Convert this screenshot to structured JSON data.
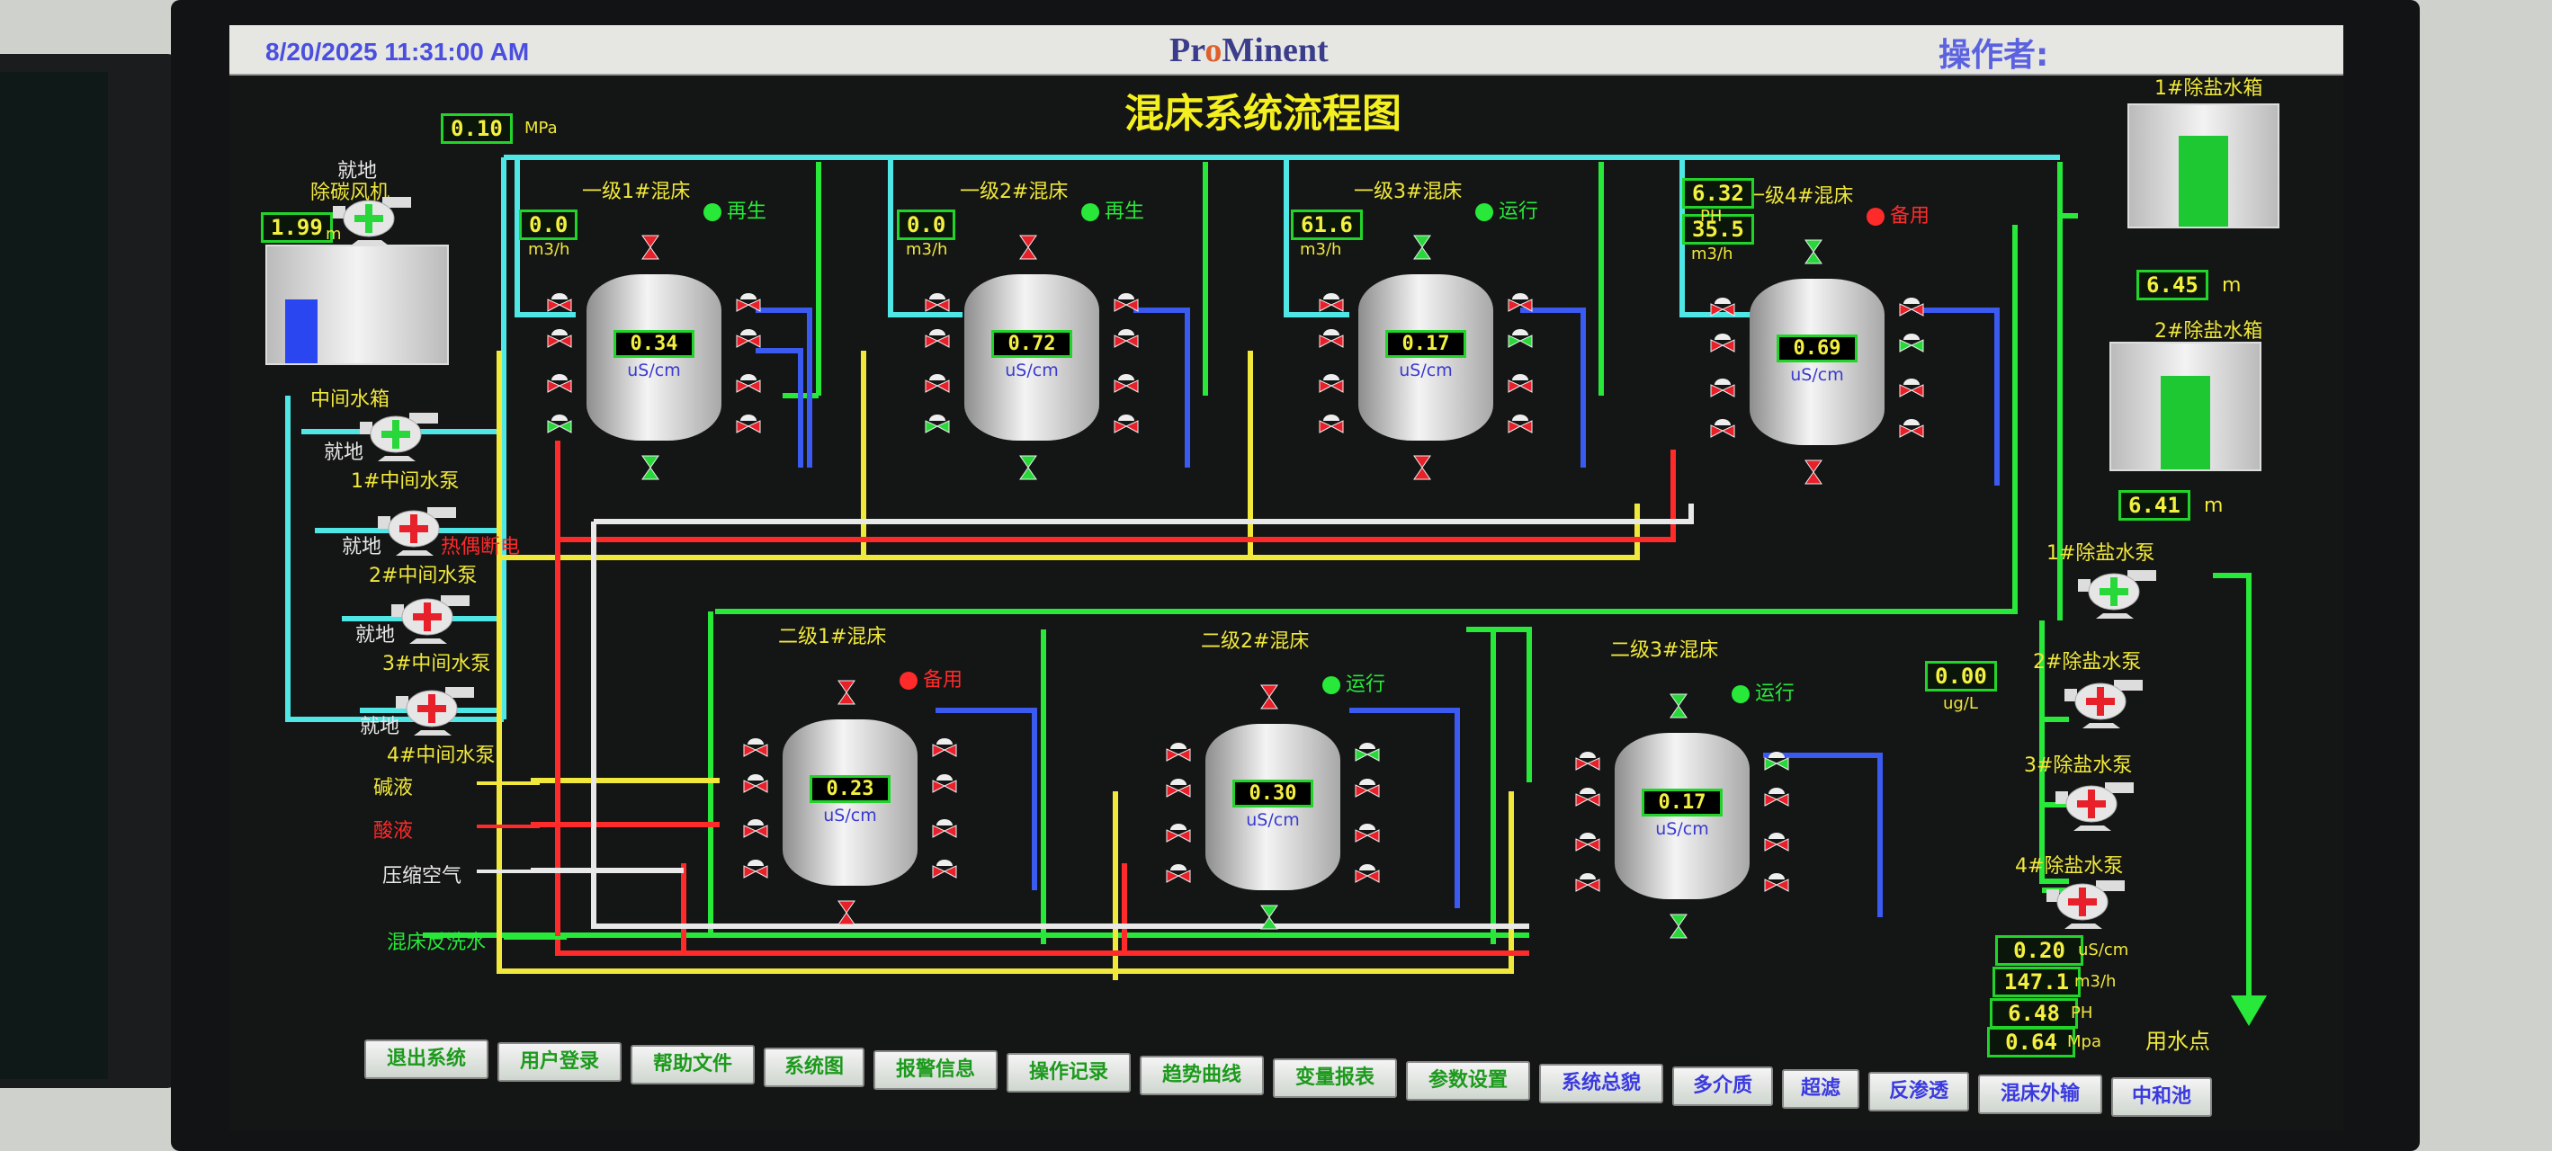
{
  "header": {
    "datetime": "8/20/2025 11:31:00 AM",
    "brand_pre": "Pr",
    "brand_o": "o",
    "brand_post": "Minent",
    "operator_label": "操作者:"
  },
  "title": "混床系统流程图",
  "pressure": {
    "value": "0.10",
    "unit": "MPa"
  },
  "left": {
    "fan": {
      "mode": "就地",
      "name": "除碳风机",
      "level": "1.99",
      "level_unit": "m",
      "level_fraction": 0.55,
      "state": "running"
    },
    "tank_label": "中间水箱",
    "pumps": [
      {
        "mode": "就地",
        "name": "1#中间水泵",
        "state": "running",
        "alarm": ""
      },
      {
        "mode": "就地",
        "name": "2#中间水泵",
        "state": "stopped",
        "alarm": "热偶断电"
      },
      {
        "mode": "就地",
        "name": "3#中间水泵",
        "state": "stopped",
        "alarm": ""
      },
      {
        "mode": "就地",
        "name": "4#中间水泵",
        "state": "stopped",
        "alarm": ""
      }
    ],
    "legend": [
      {
        "label": "碱液",
        "color": "#f0e83a"
      },
      {
        "label": "酸液",
        "color": "#ff2a2a"
      },
      {
        "label": "压缩空气",
        "color": "#e8e8e8"
      },
      {
        "label": "混床反洗水",
        "color": "#28e83a"
      }
    ]
  },
  "vessels": [
    {
      "name": "一级1#混床",
      "status": "再生",
      "status_color": "#28e83a",
      "flow": "0.0",
      "flow_unit": "m3/h",
      "cond": "0.34",
      "cond_unit": "uS/cm",
      "valves": [
        "closed",
        "open",
        "closed",
        "closed",
        "closed",
        "open",
        "closed",
        "closed",
        "closed",
        "closed"
      ]
    },
    {
      "name": "一级2#混床",
      "status": "再生",
      "status_color": "#28e83a",
      "flow": "0.0",
      "flow_unit": "m3/h",
      "cond": "0.72",
      "cond_unit": "uS/cm",
      "valves": [
        "closed",
        "open",
        "closed",
        "closed",
        "closed",
        "open",
        "closed",
        "closed",
        "closed",
        "closed"
      ]
    },
    {
      "name": "一级3#混床",
      "status": "运行",
      "status_color": "#28e83a",
      "flow": "61.6",
      "flow_unit": "m3/h",
      "cond": "0.17",
      "cond_unit": "uS/cm",
      "valves": [
        "open",
        "closed",
        "closed",
        "closed",
        "closed",
        "closed",
        "closed",
        "open",
        "closed",
        "closed"
      ]
    },
    {
      "name": "一级4#混床",
      "status": "备用",
      "status_color": "#ff2a2a",
      "flow": "35.5",
      "flow_unit": "m3/h",
      "ph": "6.32",
      "ph_unit": "PH",
      "cond": "0.69",
      "cond_unit": "uS/cm",
      "valves": [
        "open",
        "closed",
        "closed",
        "closed",
        "closed",
        "closed",
        "closed",
        "open",
        "closed",
        "closed"
      ]
    },
    {
      "name": "二级1#混床",
      "status": "备用",
      "status_color": "#ff2a2a",
      "cond": "0.23",
      "cond_unit": "uS/cm",
      "valves": [
        "closed",
        "closed",
        "closed",
        "closed",
        "closed",
        "closed",
        "closed",
        "closed",
        "closed",
        "closed"
      ]
    },
    {
      "name": "二级2#混床",
      "status": "运行",
      "status_color": "#28e83a",
      "cond": "0.30",
      "cond_unit": "uS/cm",
      "valves": [
        "closed",
        "open",
        "closed",
        "closed",
        "closed",
        "closed",
        "open",
        "closed",
        "closed",
        "closed"
      ]
    },
    {
      "name": "二级3#混床",
      "status": "运行",
      "status_color": "#28e83a",
      "cond": "0.17",
      "cond_unit": "uS/cm",
      "valves": [
        "open",
        "open",
        "closed",
        "closed",
        "closed",
        "closed",
        "open",
        "closed",
        "closed",
        "closed"
      ]
    }
  ],
  "silica": {
    "value": "0.00",
    "unit": "ug/L"
  },
  "right": {
    "tanks": [
      {
        "name": "1#除盐水箱",
        "level": "6.45",
        "unit": "m",
        "fraction": 0.75
      },
      {
        "name": "2#除盐水箱",
        "level": "6.41",
        "unit": "m",
        "fraction": 0.74
      }
    ],
    "pumps": [
      {
        "name": "1#除盐水泵",
        "state": "running"
      },
      {
        "name": "2#除盐水泵",
        "state": "stopped"
      },
      {
        "name": "3#除盐水泵",
        "state": "stopped"
      },
      {
        "name": "4#除盐水泵",
        "state": "stopped"
      }
    ],
    "readouts": [
      {
        "value": "0.20",
        "unit": "uS/cm"
      },
      {
        "value": "147.1",
        "unit": "m3/h"
      },
      {
        "value": "6.48",
        "unit": "PH"
      },
      {
        "value": "0.64",
        "unit": "Mpa"
      }
    ],
    "outlet": "用水点"
  },
  "nav": [
    {
      "label": "退出系统",
      "color": "#1c9a1c"
    },
    {
      "label": "用户登录",
      "color": "#1c9a1c"
    },
    {
      "label": "帮助文件",
      "color": "#1c9a1c"
    },
    {
      "label": "系统图",
      "color": "#1c9a1c"
    },
    {
      "label": "报警信息",
      "color": "#1c9a1c"
    },
    {
      "label": "操作记录",
      "color": "#1c9a1c"
    },
    {
      "label": "趋势曲线",
      "color": "#1c9a1c"
    },
    {
      "label": "变量报表",
      "color": "#1c9a1c"
    },
    {
      "label": "参数设置",
      "color": "#1c9a1c"
    },
    {
      "label": "系统总貌",
      "color": "#3a3ae0"
    },
    {
      "label": "多介质",
      "color": "#3a3ae0"
    },
    {
      "label": "超滤",
      "color": "#3a3ae0"
    },
    {
      "label": "反渗透",
      "color": "#3a3ae0"
    },
    {
      "label": "混床外输",
      "color": "#3a3ae0"
    },
    {
      "label": "中和池",
      "color": "#3a3ae0"
    }
  ],
  "colors": {
    "running": "#28d83a",
    "stopped": "#e8202a",
    "pipe_cyan": "#4fe6e6",
    "pipe_green": "#28e83a",
    "pipe_yellow": "#f0e83a",
    "pipe_red": "#ff2a2a",
    "pipe_white": "#e8e8e8",
    "pipe_blue": "#3a5af0"
  }
}
